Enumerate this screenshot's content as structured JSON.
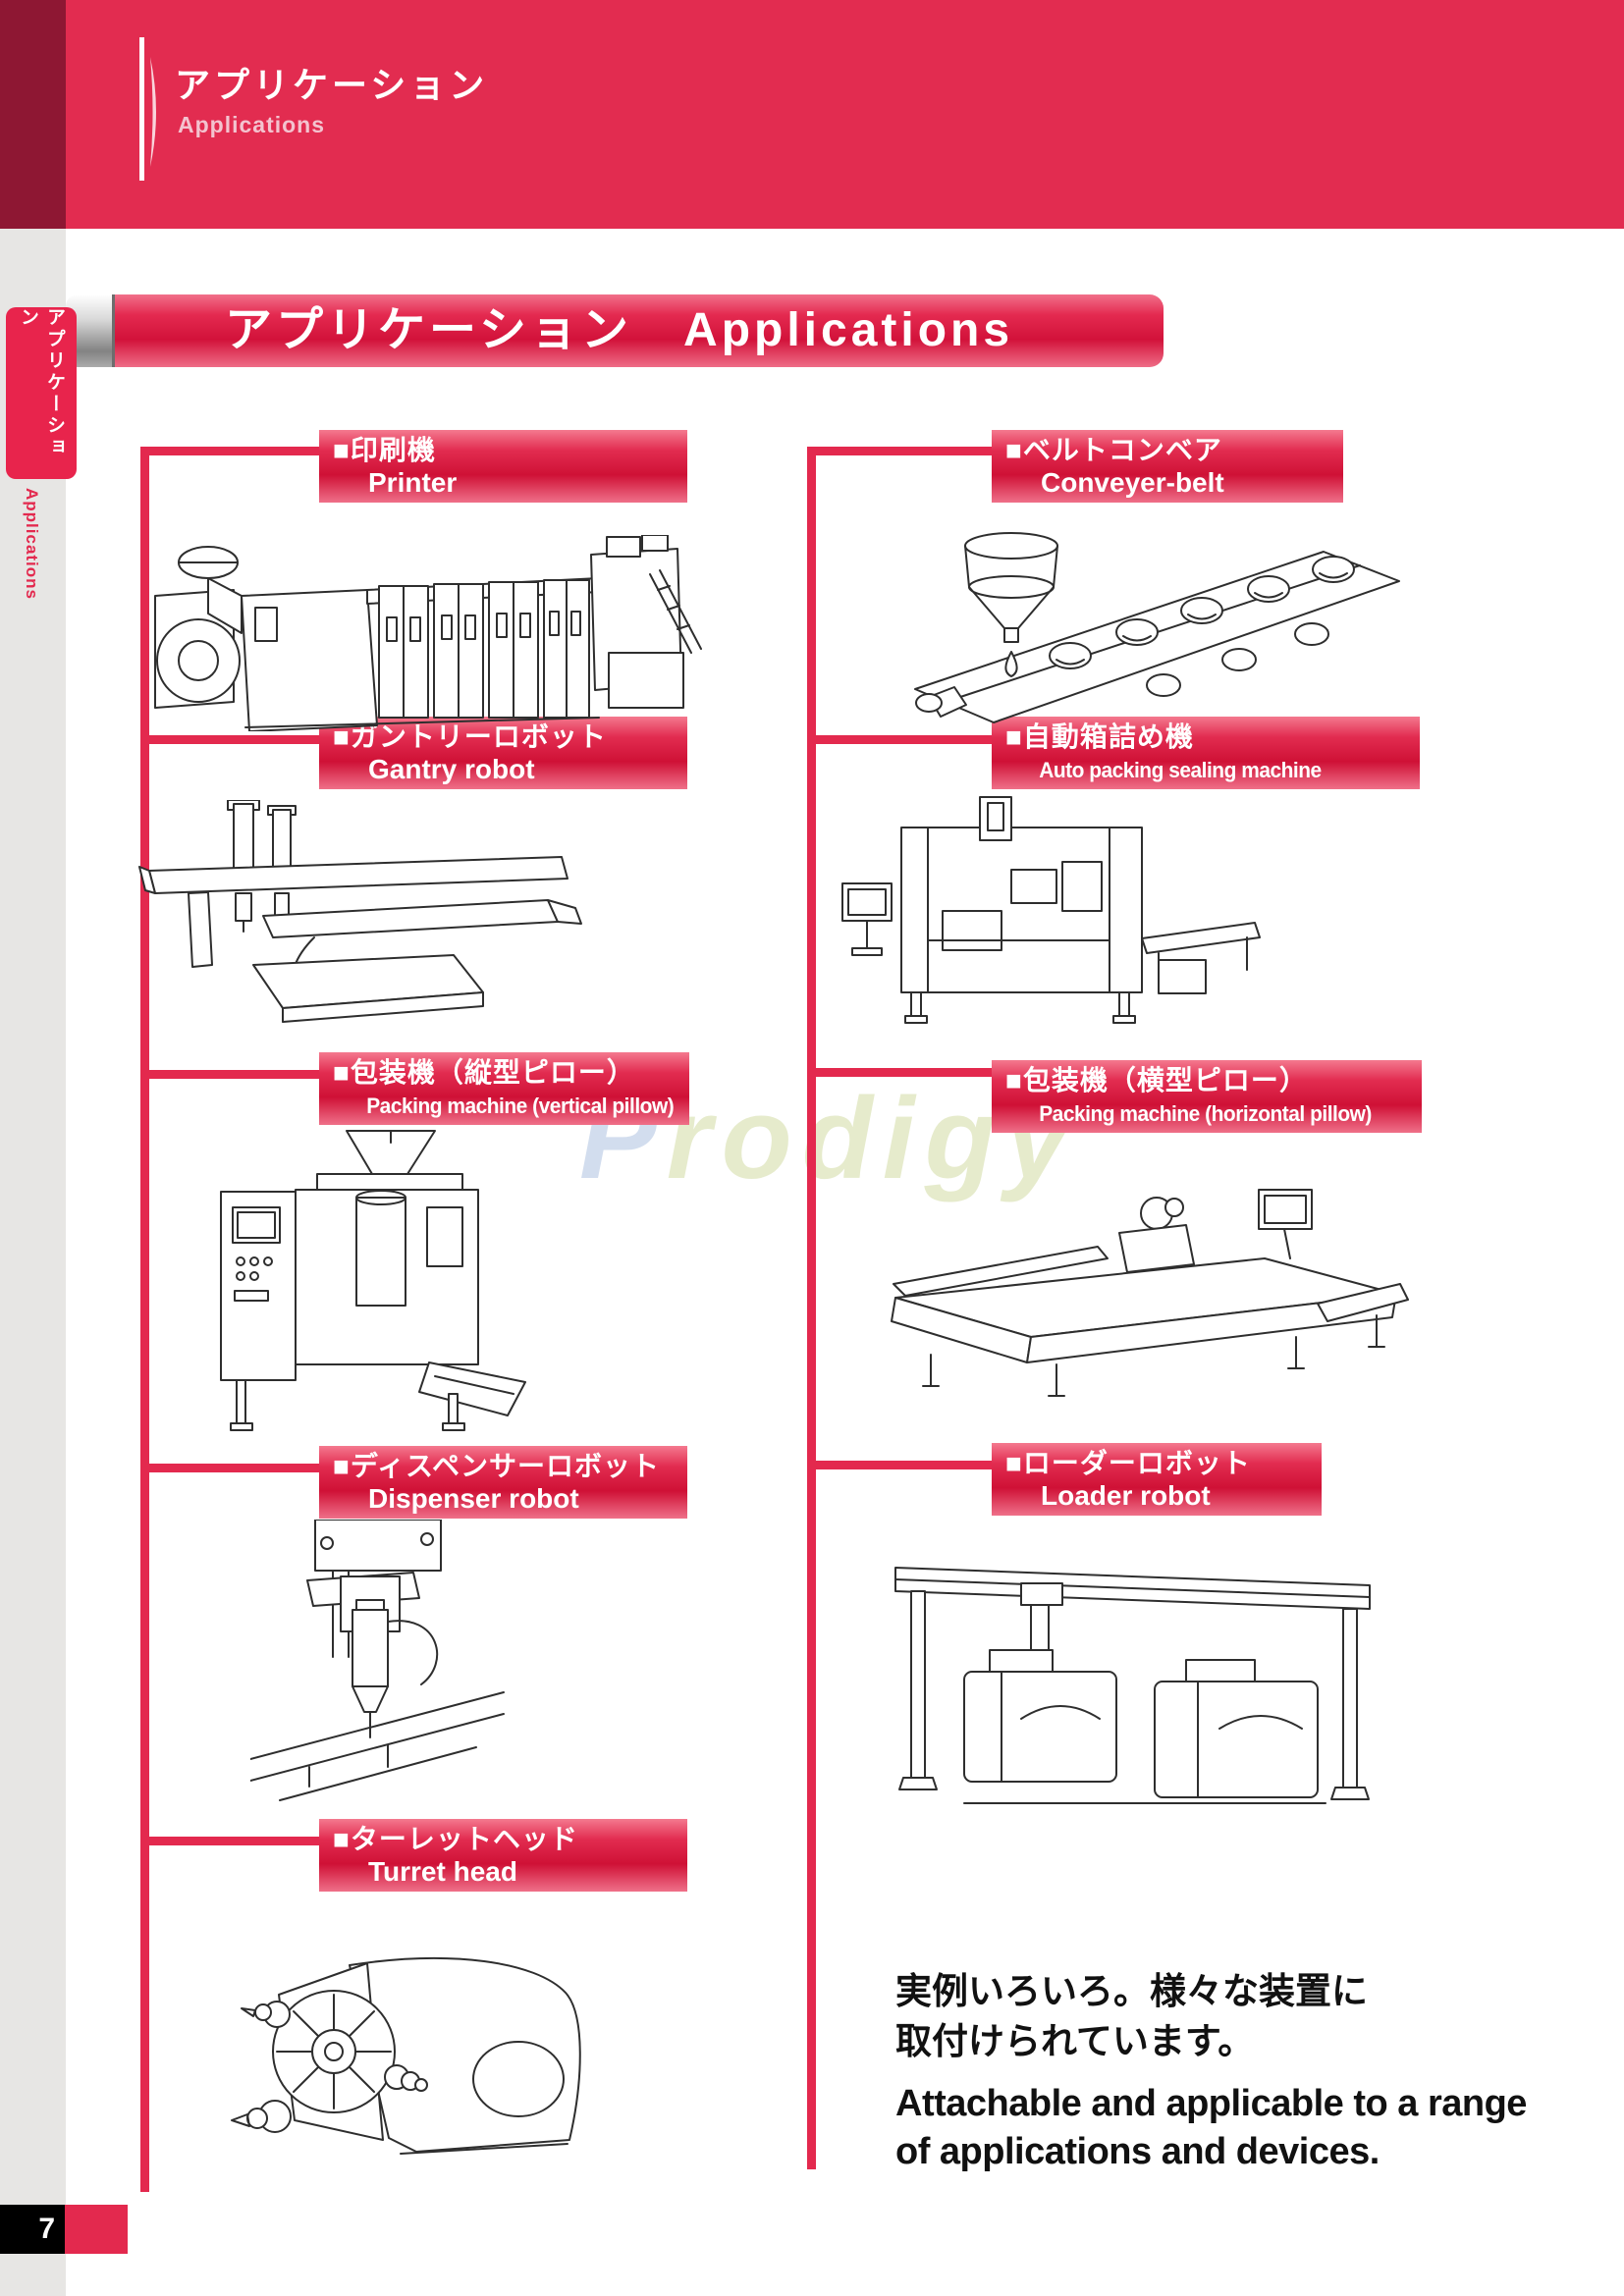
{
  "page_header": {
    "title_jp": "アプリケーション",
    "subtitle_en": "Applications"
  },
  "side_tab": {
    "label_jp": "アプリケーション",
    "label_en": "Applications"
  },
  "banner": {
    "title": "アプリケーション　Applications"
  },
  "watermark": {
    "first_letter": "P",
    "rest": "rodigy"
  },
  "sections": [
    {
      "jp": "■印刷機",
      "en": "Printer"
    },
    {
      "jp": "■ベルトコンベア",
      "en": "Conveyer-belt"
    },
    {
      "jp": "■ガントリーロボット",
      "en": "Gantry robot"
    },
    {
      "jp": "■自動箱詰め機",
      "en": "Auto packing sealing machine"
    },
    {
      "jp": "■包装機（縦型ピロー）",
      "en": "Packing machine (vertical pillow)"
    },
    {
      "jp": "■包装機（横型ピロー）",
      "en": "Packing machine (horizontal pillow)"
    },
    {
      "jp": "■ディスペンサーロボット",
      "en": "Dispenser robot"
    },
    {
      "jp": "■ローダーロボット",
      "en": "Loader robot"
    },
    {
      "jp": "■ターレットヘッド",
      "en": "Turret head"
    }
  ],
  "note": {
    "jp_line1": "実例いろいろ。様々な装置に",
    "jp_line2": "取付けられています。",
    "en_line1": "Attachable and applicable to a range",
    "en_line2": "of applications and devices."
  },
  "footer": {
    "page_number": "7"
  },
  "colors": {
    "accent_red": "#e3294e",
    "dark_maroon": "#8e1733",
    "sidebar_gray": "#e7e6e4"
  }
}
